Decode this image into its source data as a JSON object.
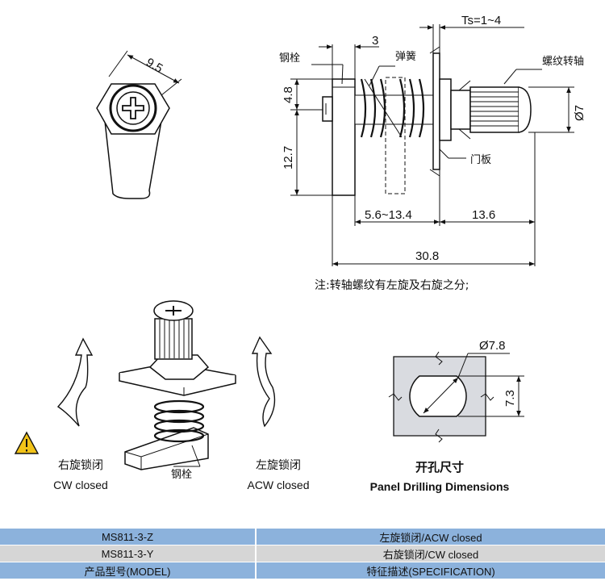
{
  "top_view": {
    "dim_9_5": "9.5"
  },
  "side_view": {
    "dim_ts": "Ts=1~4",
    "dim_3": "3",
    "dim_4_8": "4.8",
    "dim_12_7": "12.7",
    "dim_range": "5.6~13.4",
    "dim_13_6": "13.6",
    "dim_30_8": "30.8",
    "dim_dia7": "Ø7",
    "label_bolt": "钢栓",
    "label_spring": "弹簧",
    "label_shaft": "螺纹转轴",
    "label_panel": "门板"
  },
  "note": "注:转轴螺纹有左旋及右旋之分;",
  "iso_view": {
    "label_bolt": "钢栓",
    "cw_zh": "右旋锁闭",
    "cw_en": "CW closed",
    "acw_zh": "左旋锁闭",
    "acw_en": "ACW closed"
  },
  "panel_drilling": {
    "dim_dia": "Ø7.8",
    "dim_width": "7.3",
    "title_zh": "开孔尺寸",
    "title_en": "Panel Drilling Dimensions"
  },
  "spec_table": {
    "rows": [
      {
        "model": "MS811-3-Z",
        "spec": "左旋锁闭/ACW closed"
      },
      {
        "model": "MS811-3-Y",
        "spec": "右旋锁闭/CW closed"
      }
    ],
    "header": {
      "model": "产品型号(MODEL)",
      "spec": "特征描述(SPECIFICATION)"
    }
  },
  "colors": {
    "table_blue": "#8cb2dc",
    "table_gray": "#d6d6d6",
    "panel_fill": "#d9dbe0",
    "warning": "#f2c318"
  }
}
